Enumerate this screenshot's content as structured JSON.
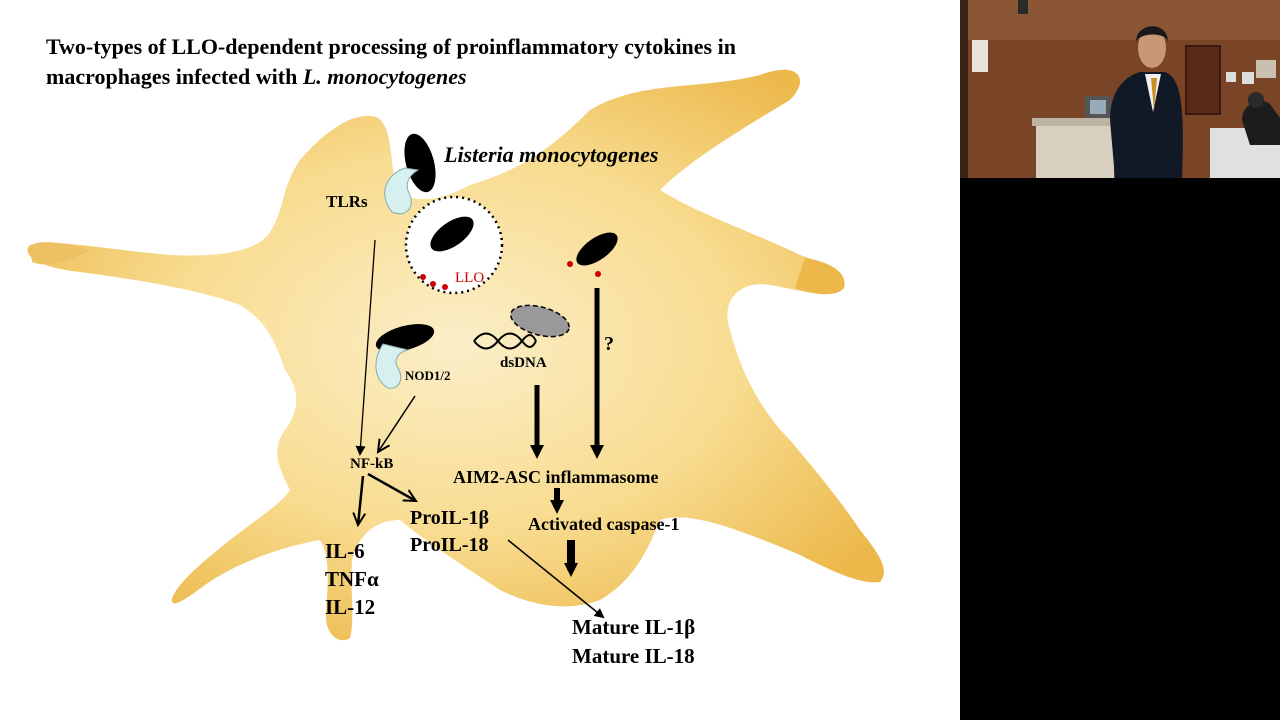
{
  "slide": {
    "title_line1": "Two-types of LLO-dependent processing of proinflammatory cytokines  in",
    "title_line2_prefix": "macrophages infected with ",
    "title_line2_italic": "L. monocytogenes",
    "labels": {
      "listeria": "Listeria monocytogenes",
      "tlrs": "TLRs",
      "llo": "LLO",
      "nod": "NOD1/2",
      "dsdna": "dsDNA",
      "question": "?",
      "nfkb": "NF-kB",
      "aim2": "AIM2-ASC inflammasome",
      "caspase": "Activated caspase-1",
      "proil1b": "ProIL-1β",
      "proil18": "ProIL-18",
      "il6": "IL-6",
      "tnfa": "TNFα",
      "il12": "IL-12",
      "mature_il1b": "Mature IL-1β",
      "mature_il18": "Mature IL-18"
    }
  },
  "colors": {
    "cell_fill": "#f7d98a",
    "cell_edge": "#eab94a",
    "receptor_fill": "#d6f0f0",
    "llo_dots": "#cc0000",
    "right_panel": "#000000"
  }
}
